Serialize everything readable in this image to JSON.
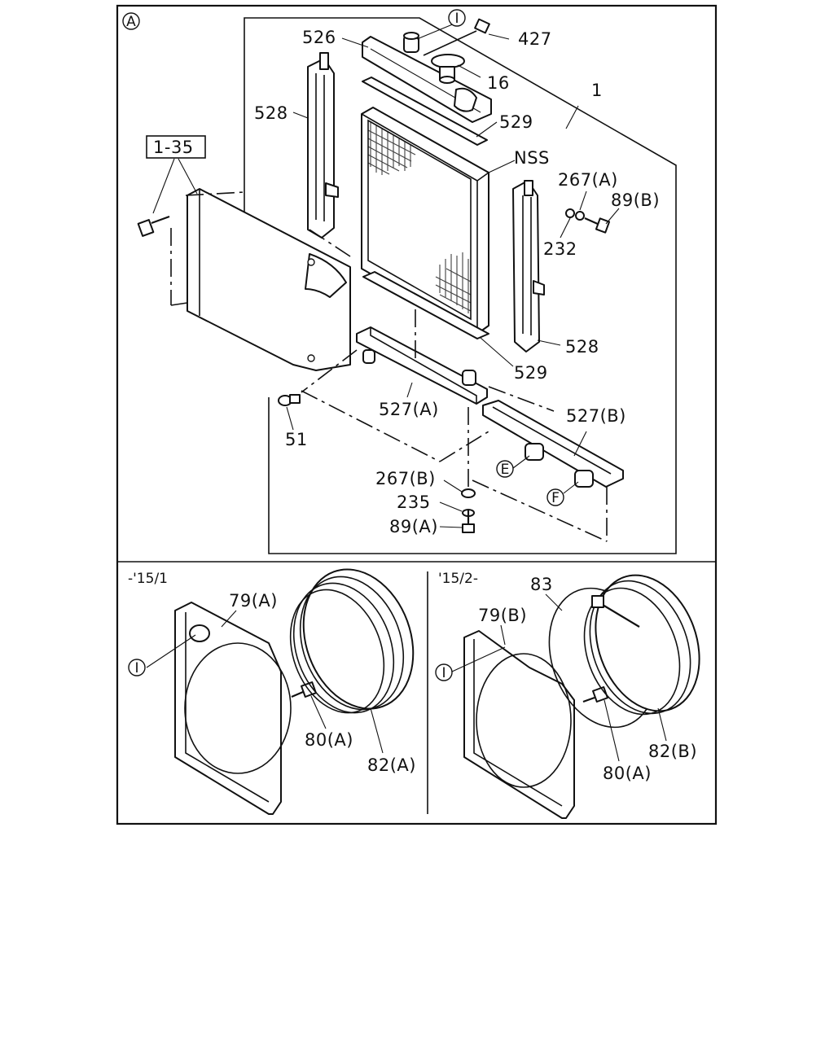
{
  "callouts": {
    "A": "A",
    "I_top": "I",
    "E": "E",
    "F": "F",
    "I_left": "I",
    "I_right": "I"
  },
  "labels": {
    "p526": "526",
    "p427": "427",
    "p16": "16",
    "p1": "1",
    "p528_top": "528",
    "p529_top": "529",
    "p135": "1-35",
    "pNSS": "NSS",
    "p267A": "267(A)",
    "p89B": "89(B)",
    "p232": "232",
    "p528_bot": "528",
    "p529_bot": "529",
    "p527A": "527(A)",
    "p527B": "527(B)",
    "p51": "51",
    "p267B": "267(B)",
    "p235": "235",
    "p89A": "89(A)"
  },
  "panels": {
    "left": {
      "period": "-'15/1",
      "p79A": "79(A)",
      "p80A": "80(A)",
      "p82A": "82(A)"
    },
    "right": {
      "period": "'15/2-",
      "p83": "83",
      "p79B": "79(B)",
      "p80A": "80(A)",
      "p82B": "82(B)"
    }
  }
}
